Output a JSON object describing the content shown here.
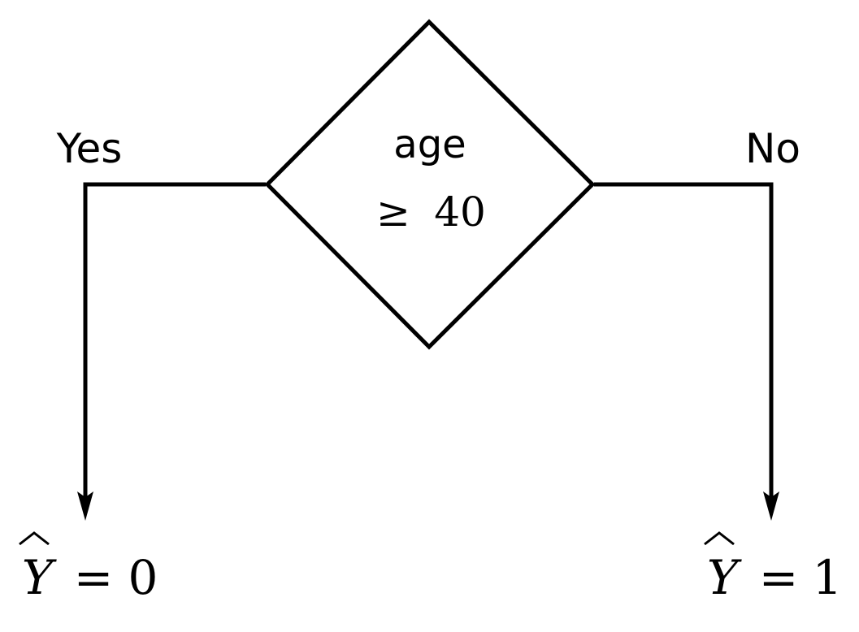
{
  "decision": {
    "feature": "age",
    "operator": "≥",
    "threshold": "40"
  },
  "branches": {
    "yes_label": "Yes",
    "no_label": "No"
  },
  "leaves": {
    "left": {
      "variable": "Y",
      "hat": "^",
      "equals": "=",
      "value": "0"
    },
    "right": {
      "variable": "Y",
      "hat": "^",
      "equals": "=",
      "value": "1"
    }
  },
  "colors": {
    "stroke": "#000000",
    "background": "#ffffff"
  }
}
